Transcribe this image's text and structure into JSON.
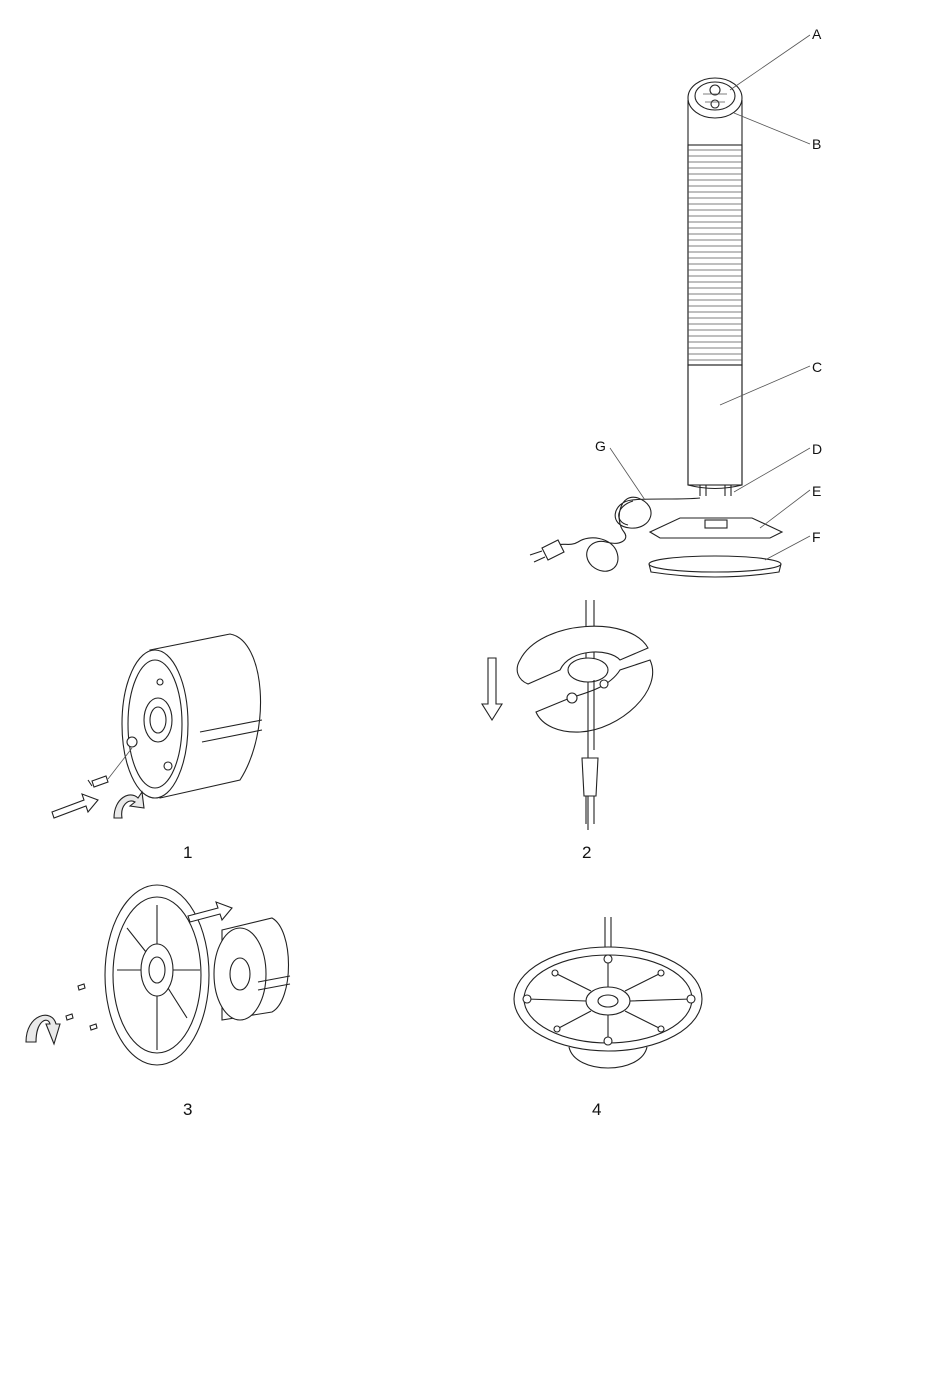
{
  "overview": {
    "parts": [
      "A",
      "B",
      "C",
      "D",
      "E",
      "F",
      "G"
    ]
  },
  "steps": [
    {
      "number": "1"
    },
    {
      "number": "2"
    },
    {
      "number": "3"
    },
    {
      "number": "4"
    }
  ]
}
